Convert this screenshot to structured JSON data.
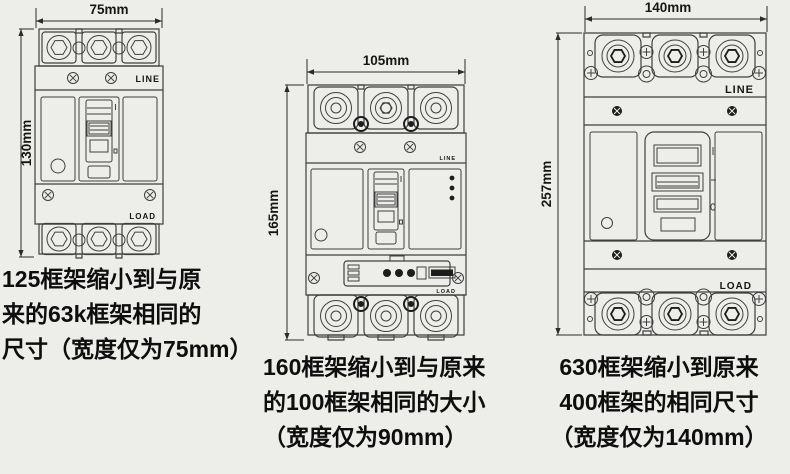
{
  "background": "#edeeea",
  "figures": [
    {
      "name": "breaker-125-frame",
      "width_label": "75mm",
      "height_label": "130mm",
      "line_label": "LINE",
      "load_label": "LOAD",
      "caption_lines": [
        "125框架缩小到与原",
        "来的63k框架相同的",
        "尺寸（宽度仅为75mm）"
      ]
    },
    {
      "name": "breaker-160-frame",
      "width_label": "105mm",
      "height_label": "165mm",
      "line_label": "LINE",
      "load_label": "LOAD",
      "caption_lines": [
        "160框架缩小到与原来",
        "的100框架相同的大小",
        "（宽度仅为90mm）"
      ]
    },
    {
      "name": "breaker-630-frame",
      "width_label": "140mm",
      "height_label": "257mm",
      "line_label": "LINE",
      "load_label": "LOAD",
      "caption_lines": [
        "630框架缩小到原来",
        "400框架的相同尺寸",
        "（宽度仅为140mm）"
      ]
    }
  ]
}
